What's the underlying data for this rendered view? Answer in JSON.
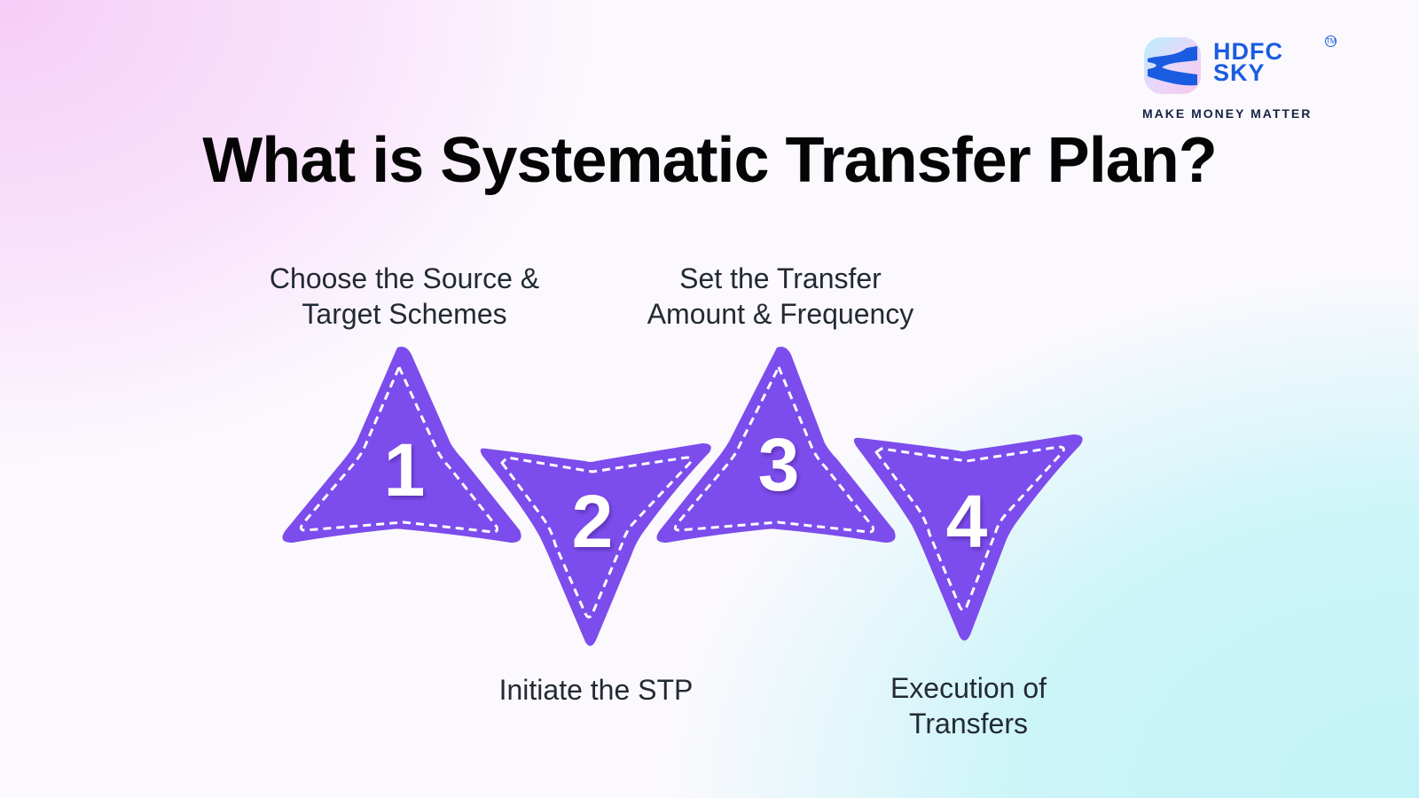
{
  "brand": {
    "name_line1": "HDFC",
    "name_line2": "SKY",
    "trademark": "TM",
    "tagline": "MAKE MONEY MATTER",
    "icon": "hdfc-sky-logo-icon",
    "color": "#1a5ce0"
  },
  "title": "What is Systematic Transfer Plan?",
  "colors": {
    "star_fill": "#7c4dec",
    "stitch": "#ffffff",
    "label_text": "#232a33",
    "bg_top_left": "#f6cdf8",
    "bg_bottom_right": "#c2f3f7"
  },
  "steps": [
    {
      "number": "1",
      "label_line1": "Choose the Source &",
      "label_line2": "Target Schemes",
      "orientation": "up"
    },
    {
      "number": "2",
      "label_line1": "Initiate the STP",
      "label_line2": "",
      "orientation": "down"
    },
    {
      "number": "3",
      "label_line1": "Set the Transfer",
      "label_line2": "Amount & Frequency",
      "orientation": "up"
    },
    {
      "number": "4",
      "label_line1": "Execution of",
      "label_line2": "Transfers",
      "orientation": "down"
    }
  ]
}
